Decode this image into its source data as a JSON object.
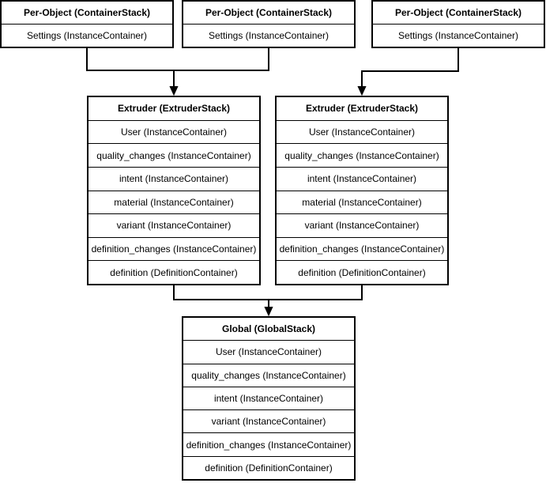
{
  "colors": {
    "line": "#000000",
    "text": "#000000",
    "box_fill": "#ffffff",
    "background": "#ffffff"
  },
  "stacks": {
    "per_object": [
      {
        "title": "Per-Object (ContainerStack)",
        "rows": [
          "Settings (InstanceContainer)"
        ]
      },
      {
        "title": "Per-Object (ContainerStack)",
        "rows": [
          "Settings (InstanceContainer)"
        ]
      },
      {
        "title": "Per-Object (ContainerStack)",
        "rows": [
          "Settings (InstanceContainer)"
        ]
      }
    ],
    "extruders": [
      {
        "title": "Extruder (ExtruderStack)",
        "rows": [
          "User (InstanceContainer)",
          "quality_changes (InstanceContainer)",
          "intent (InstanceContainer)",
          "material (InstanceContainer)",
          "variant (InstanceContainer)",
          "definition_changes (InstanceContainer)",
          "definition (DefinitionContainer)"
        ]
      },
      {
        "title": "Extruder (ExtruderStack)",
        "rows": [
          "User (InstanceContainer)",
          "quality_changes (InstanceContainer)",
          "intent (InstanceContainer)",
          "material (InstanceContainer)",
          "variant (InstanceContainer)",
          "definition_changes (InstanceContainer)",
          "definition (DefinitionContainer)"
        ]
      }
    ],
    "global": {
      "title": "Global (GlobalStack)",
      "rows": [
        "User (InstanceContainer)",
        "quality_changes (InstanceContainer)",
        "intent (InstanceContainer)",
        "variant (InstanceContainer)",
        "definition_changes (InstanceContainer)",
        "definition (DefinitionContainer)"
      ]
    }
  }
}
